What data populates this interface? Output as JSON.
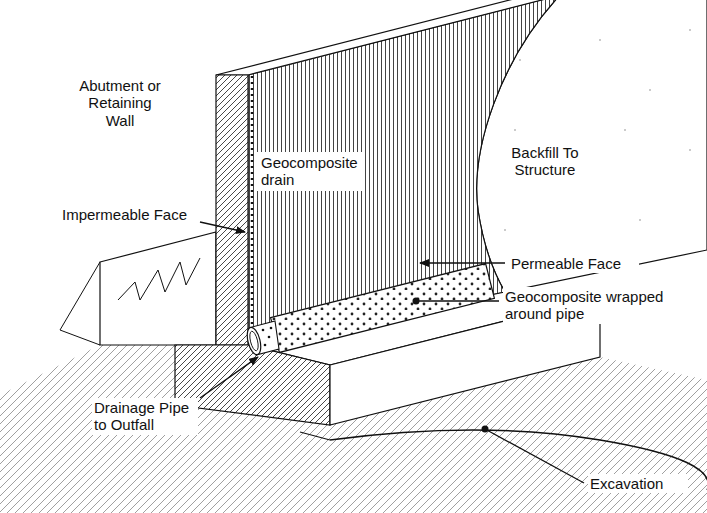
{
  "diagram": {
    "labels": [
      "Abutment or Retaining Wall",
      "Geocomposite drain",
      "Backfill To Structure",
      "Impermeable Face",
      "Permeable Face",
      "Geocomposite wrapped around pipe",
      "Drainage Pipe to Outfall",
      "Excavation"
    ]
  }
}
